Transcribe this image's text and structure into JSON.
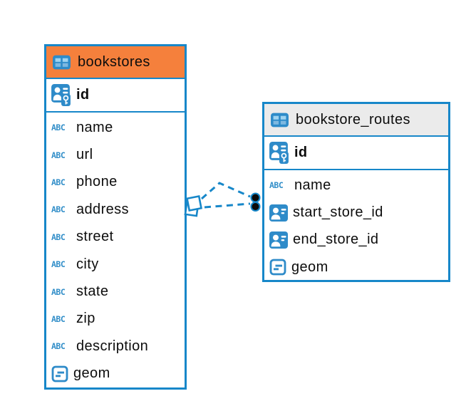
{
  "colors": {
    "table_border": "#1787C9",
    "bookstores_header": "#F5803C",
    "routes_header": "#EBEBEB",
    "icon_blue": "#2E8BC9",
    "icon_cell_blue": "#9FD3F0",
    "connector_line": "#1787C9",
    "connector_dot": "#0B0B0B",
    "text": "#0D0D0D"
  },
  "icons": {
    "abc_label": "ABC"
  },
  "tables": [
    {
      "name": "bookstores",
      "primary_key": {
        "name": "id",
        "type": "primary-key"
      },
      "columns": [
        {
          "name": "name",
          "type": "text"
        },
        {
          "name": "url",
          "type": "text"
        },
        {
          "name": "phone",
          "type": "text"
        },
        {
          "name": "address",
          "type": "text"
        },
        {
          "name": "street",
          "type": "text"
        },
        {
          "name": "city",
          "type": "text"
        },
        {
          "name": "state",
          "type": "text"
        },
        {
          "name": "zip",
          "type": "text"
        },
        {
          "name": "description",
          "type": "text"
        },
        {
          "name": "geom",
          "type": "geometry"
        }
      ]
    },
    {
      "name": "bookstore_routes",
      "primary_key": {
        "name": "id",
        "type": "primary-key"
      },
      "columns": [
        {
          "name": "name",
          "type": "text"
        },
        {
          "name": "start_store_id",
          "type": "reference"
        },
        {
          "name": "end_store_id",
          "type": "reference"
        },
        {
          "name": "geom",
          "type": "geometry"
        }
      ]
    }
  ],
  "relationship": {
    "from_table": "bookstores",
    "to_table": "bookstore_routes",
    "line_style": "dashed",
    "line_count": 2
  }
}
